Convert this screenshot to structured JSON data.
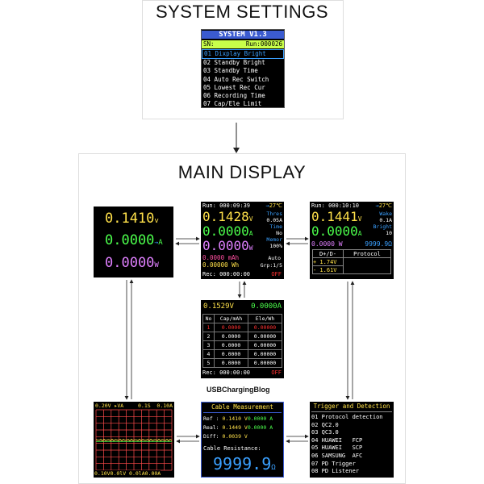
{
  "system_settings": {
    "heading": "SYSTEM SETTINGS",
    "screen": {
      "title": "SYSTEM V1.3",
      "sn_label": "SN:",
      "run_label": "Run:000026",
      "items": [
        "01 Dixplay Bright",
        "02 Standby Bright",
        "03 Standby Time",
        "04 Auto Rec Switch",
        "05 Lowest Rec Cur",
        "06 Recording Time",
        "07 Cap/Ele Limit"
      ]
    }
  },
  "main_display": {
    "heading": "MAIN DISPLAY",
    "credit": "USBChargingBlog",
    "simple_screen": {
      "voltage": "0.1410",
      "voltage_unit": "v",
      "current": "0.0000",
      "current_unit": "A",
      "power": "0.0000",
      "power_unit": "W"
    },
    "main_screen": {
      "run": "Run: 000:09:39",
      "temp": "27℃",
      "voltage": "0.1428",
      "voltage_unit": "V",
      "current": "0.0000",
      "current_unit": "A",
      "power": "0.0000",
      "power_unit": "W",
      "side_labels": [
        "Thres",
        "0.05A",
        "Time",
        "No",
        "Memor",
        "100%"
      ],
      "mah": "0.0000 mAh",
      "wh": "0.00000 Wh",
      "auto": "Auto",
      "grp": "Grp:1/5",
      "rec": "Rec: 000:00:00",
      "off": "OFF"
    },
    "dplus_screen": {
      "run": "Run: 000:10:10",
      "temp": "27℃",
      "voltage": "0.1441",
      "voltage_unit": "V",
      "current": "0.0000",
      "current_unit": "A",
      "side_labels": [
        "Wake",
        "0.1A",
        "Bright",
        "10"
      ],
      "power": "0.0000 W",
      "resistance": "9999.9Ω",
      "table_headers": [
        "D+/D-",
        "Protocol"
      ],
      "dplus": "+ 1.74V",
      "dminus": "- 1.61V"
    },
    "record_screen": {
      "voltage": "0.1529V",
      "current": "0.0000A",
      "headers": [
        "No",
        "Cap/mAh",
        "Ele/Wh"
      ],
      "rows": [
        {
          "no": "1",
          "cap": "0.0000",
          "ele": "0.00000"
        },
        {
          "no": "2",
          "cap": "0.0000",
          "ele": "0.00000"
        },
        {
          "no": "3",
          "cap": "0.0000",
          "ele": "0.00000"
        },
        {
          "no": "4",
          "cap": "0.0000",
          "ele": "0.00000"
        },
        {
          "no": "5",
          "cap": "0.0000",
          "ele": "0.00000"
        }
      ],
      "rec": "Rec: 000:00:00",
      "off": "OFF"
    },
    "graph_screen": {
      "top_left": "0.20V ▸VA",
      "top_mid": "0.1S",
      "top_right": "0.10A",
      "bottom": "0.10V0.0lV 0.0lA0.00A"
    },
    "cable_screen": {
      "title": "Cable Measurement",
      "ref_label": "Ref :",
      "ref_v": "0.1410 V",
      "ref_a": "0.0000 A",
      "real_label": "Real:",
      "real_v": "0.1449 V",
      "real_a": "0.0000 A",
      "diff_label": "Diff:",
      "diff_v": "0.0039 V",
      "resistance_label": "Cable Resistance:",
      "resistance": "9999.9",
      "resistance_unit": "Ω"
    },
    "trigger_screen": {
      "title": "Trigger and Detection",
      "items": [
        "01 Protocol detection",
        "02 QC2.0",
        "03 QC3.0",
        "04 HUAWEI   FCP",
        "05 HUAWEI   SCP",
        "06 SAMSUNG  AFC",
        "07 PD Trigger",
        "08 PD Listener"
      ]
    }
  },
  "colors": {
    "screen_bg": "#000000",
    "voltage": "#ffe14a",
    "current": "#4cff4c",
    "power": "#e080ff",
    "accent_blue": "#3aa0ff",
    "red": "#ff3030",
    "grid": "#ff4a4a"
  }
}
